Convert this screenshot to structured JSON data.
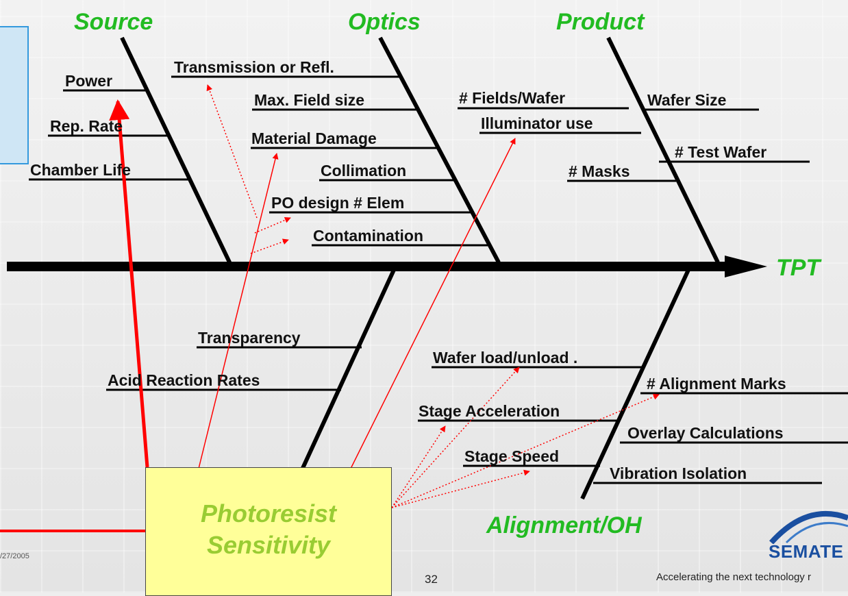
{
  "categories": {
    "source": "Source",
    "optics": "Optics",
    "product": "Product",
    "effect": "TPT",
    "alignment": "Alignment/OH"
  },
  "causes": {
    "source": [
      "Power",
      "Rep. Rate",
      "Chamber Life"
    ],
    "optics": [
      "Transmission or Refl.",
      "Max. Field size",
      "Material Damage",
      "Collimation",
      "PO design # Elem",
      "Contamination"
    ],
    "product": [
      "# Fields/Wafer",
      "Illuminator use",
      "# Masks",
      "Wafer Size",
      "# Test Wafer"
    ],
    "photoresist": [
      "Transparency",
      "Acid Reaction Rates"
    ],
    "alignment": [
      "Wafer load/unload .",
      "Stage Acceleration",
      "Stage Speed",
      "# Alignment Marks",
      "Overlay Calculations",
      "Vibration Isolation"
    ]
  },
  "highlight": {
    "line1": "Photoresist",
    "line2": "Sensitivity"
  },
  "footer": {
    "page_number": "32",
    "date": "/27/2005",
    "logo": "SEMATE",
    "tagline": "Accelerating the next technology r"
  },
  "colors": {
    "category": "#22bb22",
    "highlight_text": "#99cc33",
    "highlight_box": "#ffff99",
    "arrow_red": "#ff0000",
    "logo_blue": "#1a4fa0"
  }
}
